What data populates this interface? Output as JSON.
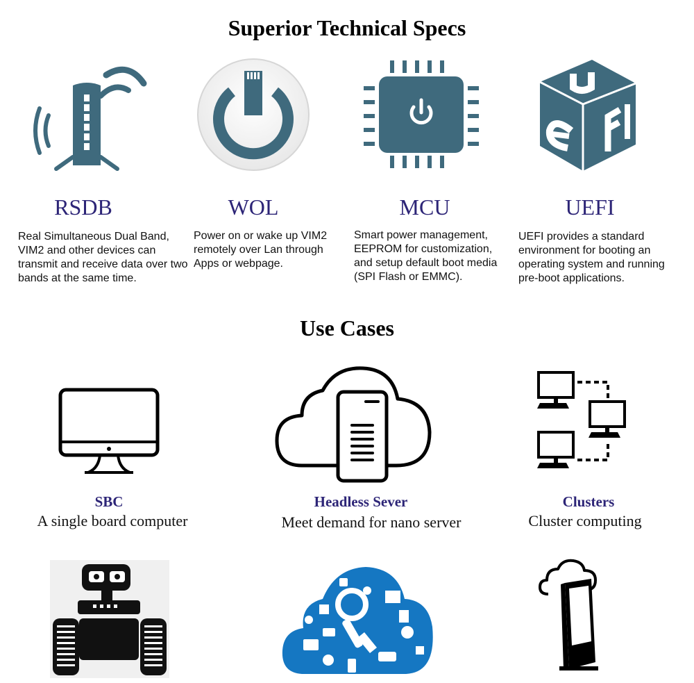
{
  "specs_section": {
    "title": "Superior Technical Specs",
    "items": [
      {
        "name": "RSDB",
        "description": "Real Simultaneous Dual Band, VIM2 and other devices can transmit and receive data over two bands at the same time.",
        "icon": "router-wifi-icon"
      },
      {
        "name": "WOL",
        "description": "Power on or wake up VIM2 remotely over Lan through Apps or webpage.",
        "icon": "power-lan-icon"
      },
      {
        "name": "MCU",
        "description": "Smart power management, EEPROM for customization, and setup default boot media (SPI Flash or EMMC).",
        "icon": "chip-power-icon"
      },
      {
        "name": "UEFI",
        "description": "UEFI provides a standard environment for booting an operating system and running pre-boot applications.",
        "icon": "uefi-cube-icon"
      }
    ]
  },
  "cases_section": {
    "title": "Use Cases",
    "items": [
      {
        "name": "SBC",
        "description": "A single board computer",
        "icon": "monitor-icon"
      },
      {
        "name": "Headless Sever",
        "description": "Meet demand for nano server",
        "icon": "cloud-server-icon"
      },
      {
        "name": "Clusters",
        "description": "Cluster computing",
        "icon": "network-cluster-icon"
      }
    ],
    "extra_icons": [
      "robot-icon",
      "iot-cloud-icon",
      "kiosk-cloud-icon"
    ]
  },
  "colors": {
    "icon_teal": "#3f6a7d",
    "heading_navy": "#2d2577",
    "iot_blue": "#1577c2"
  }
}
